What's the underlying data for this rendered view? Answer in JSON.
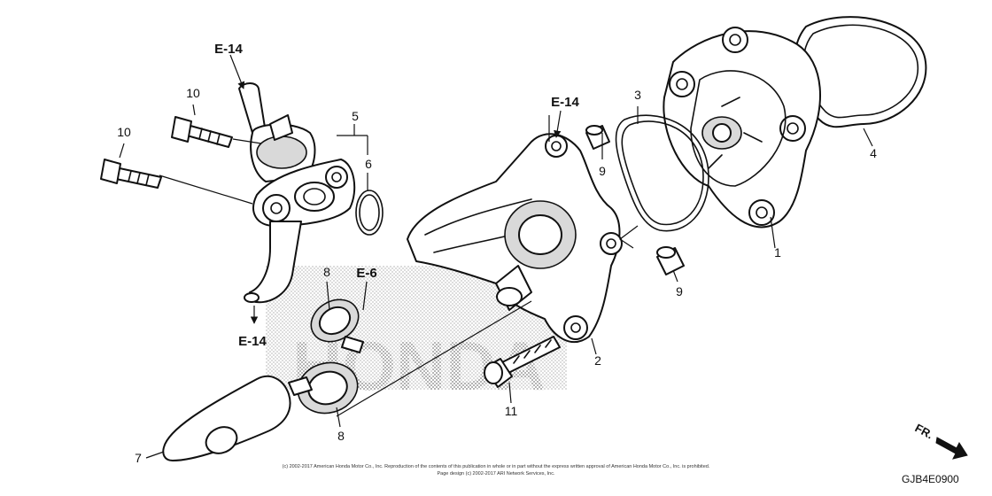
{
  "diagram": {
    "refs": {
      "top_left": "E-14",
      "top_center": "E-14",
      "bottom_left": "E-14",
      "mid": "E-6"
    },
    "callouts": {
      "c1": "1",
      "c2": "2",
      "c3": "3",
      "c4": "4",
      "c5": "5",
      "c6": "6",
      "c7": "7",
      "c8a": "8",
      "c8b": "8",
      "c9a": "9",
      "c9b": "9",
      "c10a": "10",
      "c10b": "10",
      "c11": "11"
    },
    "watermark": "HONDA",
    "copyright": [
      "(c) 2002-2017 American Honda Motor Co., Inc. Reproduction of the contents of this publication in whole or in part without the express written approval of American Honda Motor Co., Inc. is prohibited.",
      "Page design (c) 2002-2017 ARI Network Services, Inc."
    ],
    "direction_label": "FR.",
    "diagram_code": "GJB4E0900"
  }
}
